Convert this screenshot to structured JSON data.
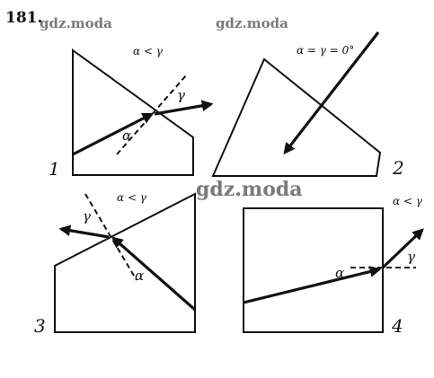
{
  "problem_number": "181.",
  "watermarks": [
    "gdz.moda",
    "gdz.moda",
    "gdz.moda"
  ],
  "figures": [
    {
      "number": "1",
      "condition": "α < γ",
      "alpha": "α",
      "gamma": "γ"
    },
    {
      "number": "2",
      "condition": "α = γ = 0°"
    },
    {
      "number": "3",
      "condition": "α < γ",
      "alpha": "α",
      "gamma": "γ"
    },
    {
      "number": "4",
      "condition": "α < γ",
      "alpha": "α",
      "gamma": "γ"
    }
  ]
}
